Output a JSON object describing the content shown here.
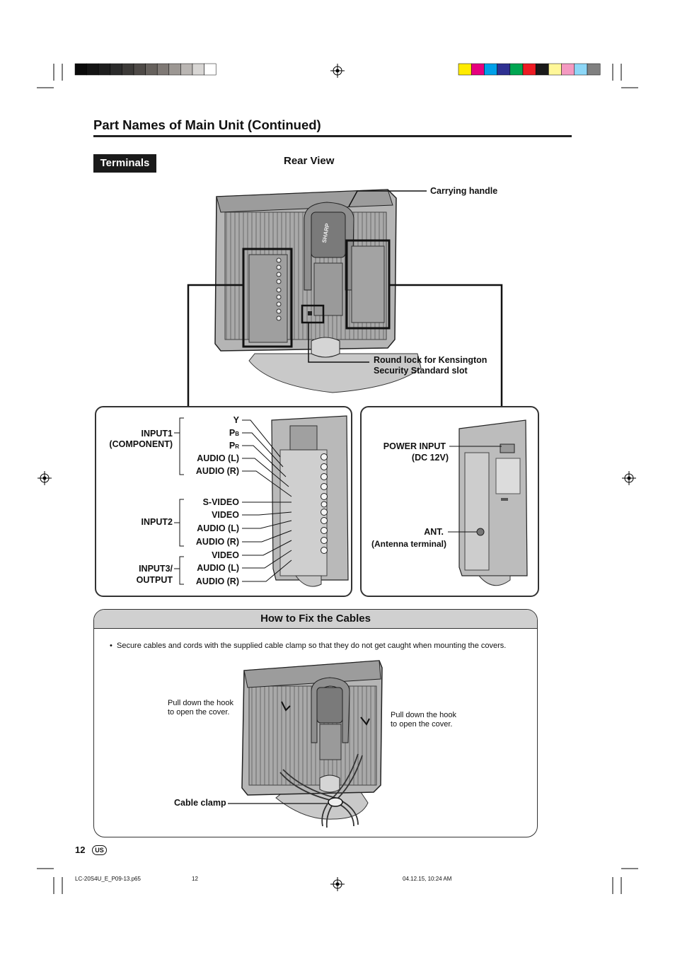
{
  "page": {
    "title": "Part Names of Main Unit (Continued)",
    "section_badge": "Terminals",
    "rear_view_label": "Rear View"
  },
  "callouts": {
    "carrying_handle": "Carrying handle",
    "kensington_line1": "Round lock for Kensington",
    "kensington_line2": "Security Standard slot"
  },
  "left_panel": {
    "group_input1_line1": "INPUT1",
    "group_input1_line2": "(COMPONENT)",
    "group_input2": "INPUT2",
    "group_input3_line1": "INPUT3/",
    "group_input3_line2": "OUTPUT",
    "input1_labels": {
      "y": "Y",
      "pb_main": "P",
      "pb_sub": "B",
      "pr_main": "P",
      "pr_sub": "R",
      "audio_l": "AUDIO (L)",
      "audio_r": "AUDIO (R)"
    },
    "input2_labels": [
      "S-VIDEO",
      "VIDEO",
      "AUDIO (L)",
      "AUDIO (R)"
    ],
    "input3_labels": [
      "VIDEO",
      "AUDIO (L)",
      "AUDIO (R)"
    ]
  },
  "right_panel": {
    "power_line1": "POWER INPUT",
    "power_line2": "(DC 12V)",
    "ant_line1": "ANT.",
    "ant_line2": "(Antenna terminal)"
  },
  "howto": {
    "title": "How to Fix the Cables",
    "bullet_mark": "•",
    "bullet_text": "Secure cables and cords with the supplied cable clamp so that they do not get caught when mounting the covers.",
    "left_note_line1": "Pull down the hook",
    "left_note_line2": "to open the cover.",
    "right_note_line1": "Pull down the hook",
    "right_note_line2": "to open the cover.",
    "cable_clamp": "Cable clamp"
  },
  "footer": {
    "page_number": "12",
    "region": "US",
    "file_name": "LC-20S4U_E_P09-13.p65",
    "file_page": "12",
    "timestamp": "04.12.15, 10:24 AM"
  },
  "device_markings": {
    "brand": "SHARP"
  },
  "colors": {
    "gray_bar": [
      "#0a0a0a",
      "#141414",
      "#1e1e1e",
      "#2b2b2b",
      "#3c3a38",
      "#4e4a47",
      "#66615d",
      "#7f7975",
      "#9c9793",
      "#bab6b3",
      "#d8d6d4",
      "#ffffff"
    ],
    "color_bar": [
      "#ffeb00",
      "#e6007e",
      "#00a0e9",
      "#2e3192",
      "#00a651",
      "#ed1c24",
      "#1a1a1a",
      "#fff799",
      "#f49ac1",
      "#8dd7f7",
      "#808080"
    ]
  }
}
